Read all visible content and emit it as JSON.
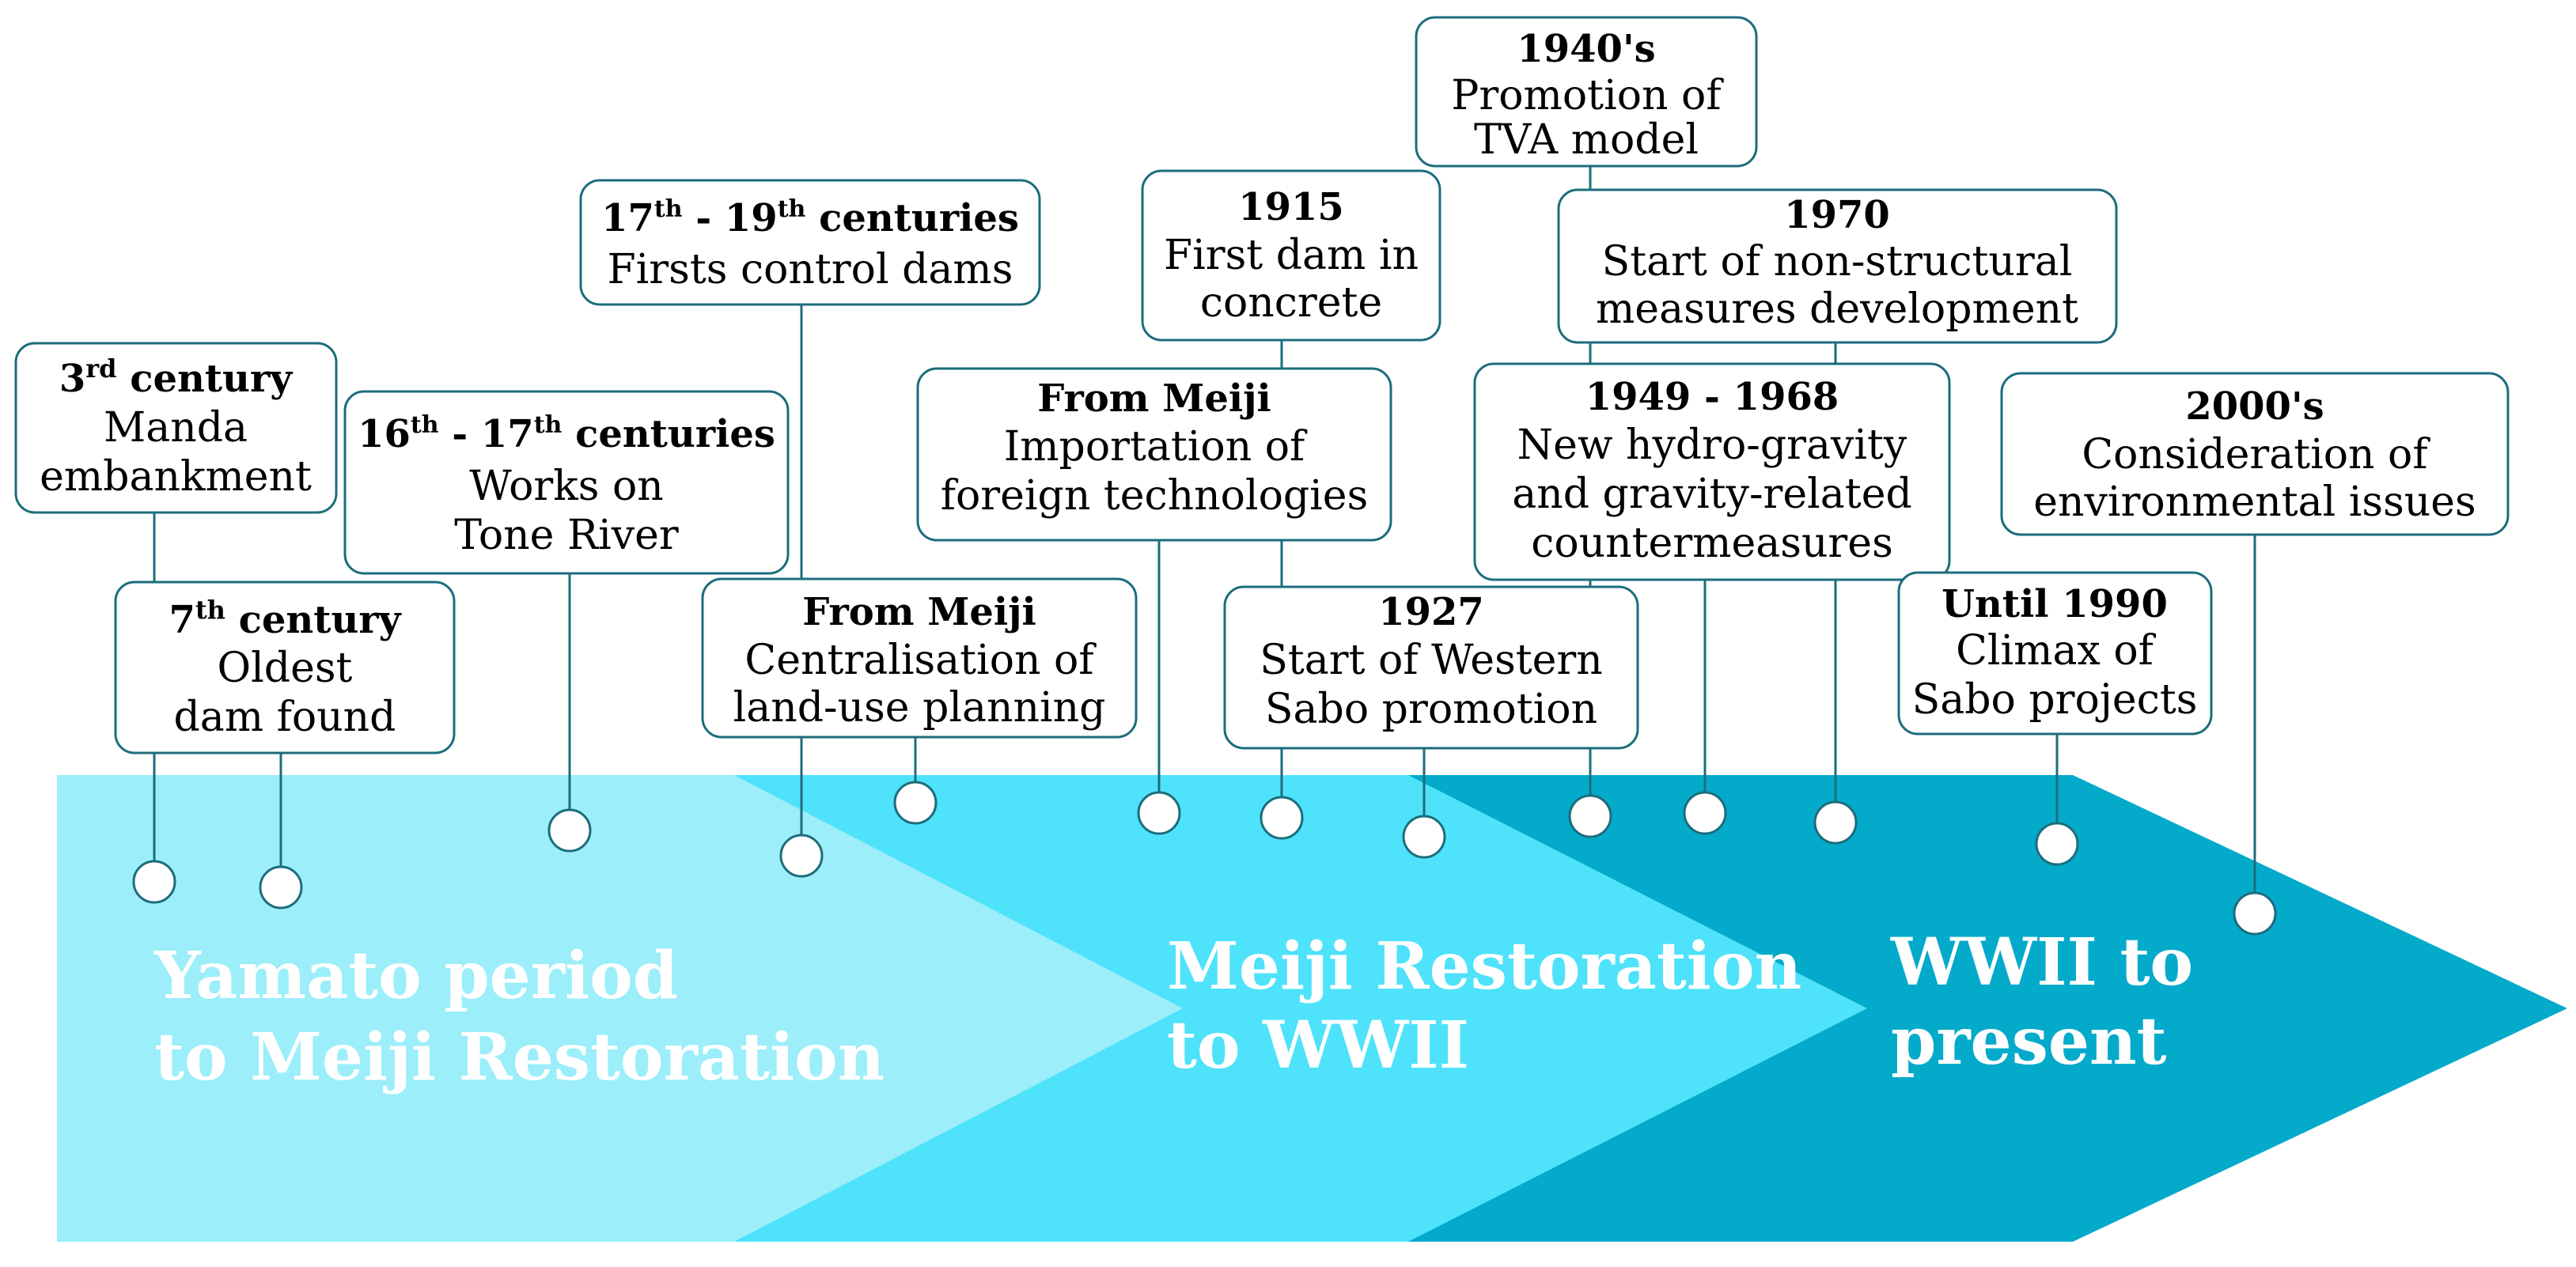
{
  "colors": {
    "era1": "#9beefa",
    "era2": "#4fe2fb",
    "era3": "#04aaca",
    "box_border": "#1c6d7c",
    "era_text": "#ffffff"
  },
  "eras": [
    {
      "id": "era1",
      "line1": "Yamato period",
      "line2": "to Meiji Restoration"
    },
    {
      "id": "era2",
      "line1": "Meiji Restoration",
      "line2": "to WWII"
    },
    {
      "id": "era3",
      "line1": "WWII to",
      "line2": "present"
    }
  ],
  "events": {
    "e1": {
      "title_main": "3",
      "title_sup": "rd",
      "title_rest": " century",
      "lines": [
        "Manda",
        "embankment"
      ]
    },
    "e2": {
      "title_main": "7",
      "title_sup": "th",
      "title_rest": " century",
      "lines": [
        "Oldest",
        "dam found"
      ]
    },
    "e3": {
      "title_a": "16",
      "title_a_sup": "th",
      "title_b": " - 17",
      "title_b_sup": "th",
      "title_rest": " centuries",
      "lines": [
        "Works on",
        "Tone River"
      ]
    },
    "e4": {
      "title_a": "17",
      "title_a_sup": "th",
      "title_b": " - 19",
      "title_b_sup": "th",
      "title_rest": " centuries",
      "lines": [
        "Firsts control dams"
      ]
    },
    "e5": {
      "title": "From Meiji",
      "lines": [
        "Centralisation of",
        "land-use planning"
      ]
    },
    "e6": {
      "title": "From Meiji",
      "lines": [
        "Importation of",
        "foreign technologies"
      ]
    },
    "e7": {
      "title": "1915",
      "lines": [
        "First dam in",
        "concrete"
      ]
    },
    "e8": {
      "title": "1927",
      "lines": [
        "Start of Western",
        "Sabo promotion"
      ]
    },
    "e9": {
      "title": "1940's",
      "lines": [
        "Promotion of",
        "TVA model"
      ]
    },
    "e10": {
      "title": "1970",
      "lines": [
        "Start of non-structural",
        "measures development"
      ]
    },
    "e11": {
      "title": "1949 - 1968",
      "lines": [
        "New hydro-gravity",
        "and gravity-related",
        "countermeasures"
      ]
    },
    "e12": {
      "title": "Until 1990",
      "lines": [
        "Climax of",
        "Sabo projects"
      ]
    },
    "e13": {
      "title": "2000's",
      "lines": [
        "Consideration of",
        "environmental issues"
      ]
    }
  }
}
